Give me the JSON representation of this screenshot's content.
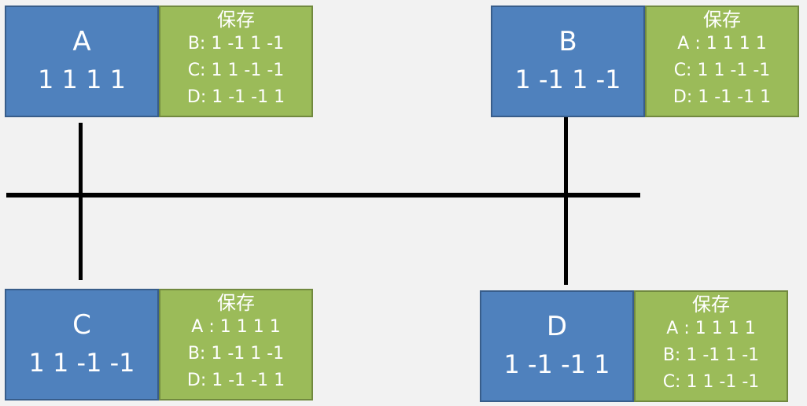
{
  "nodes": [
    {
      "name": "A",
      "code": "1 1 1 1",
      "store_title": "保存",
      "store_rows": [
        "B: 1 -1 1 -1",
        "C: 1 1 -1 -1",
        "D: 1 -1 -1 1"
      ]
    },
    {
      "name": "B",
      "code": "1 -1 1 -1",
      "store_title": "保存",
      "store_rows": [
        "A : 1 1 1  1",
        "C: 1 1 -1 -1",
        "D: 1 -1 -1 1"
      ]
    },
    {
      "name": "C",
      "code": "1 1 -1 -1",
      "store_title": "保存",
      "store_rows": [
        "A : 1 1 1  1",
        "B: 1 -1 1 -1",
        "D: 1 -1 -1 1"
      ]
    },
    {
      "name": "D",
      "code": "1 -1 -1 1",
      "store_title": "保存",
      "store_rows": [
        "A : 1 1 1  1",
        "B: 1 -1 1 -1",
        "C: 1 1 -1 -1"
      ]
    }
  ],
  "colors": {
    "station_fill": "#4f81bd",
    "station_border": "#385d8a",
    "store_fill": "#9bbb59",
    "store_border": "#71893f",
    "line": "#000000"
  }
}
